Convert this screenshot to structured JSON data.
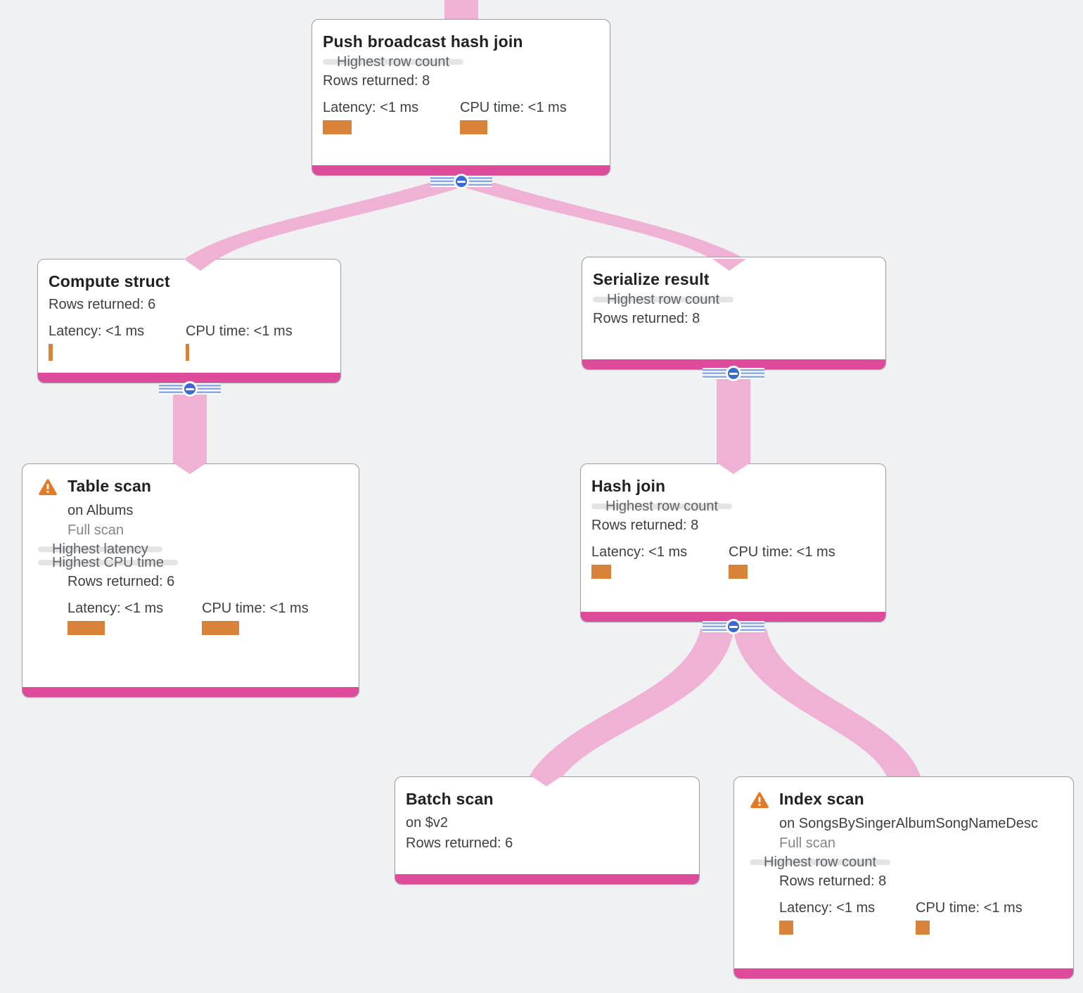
{
  "colors": {
    "bg": "#f0f1f3",
    "node_bg": "#ffffff",
    "node_border": "#9aa0a6",
    "bar_pink": "#dd4b9a",
    "edge_pink": "#efb1d4",
    "badge_bg": "#e3e4e6",
    "badge_text": "#5f6368",
    "text_primary": "#202124",
    "text_secondary": "#3c4043",
    "text_muted": "#80868b",
    "metric_orange": "#d8823a",
    "warning_orange": "#e07c26",
    "button_blue": "#3a6ad3",
    "stripe_blue": "#8aa7e8"
  },
  "icons": {
    "warning": "warning-triangle-icon",
    "collapse": "collapse-minus-icon"
  },
  "nodes": {
    "push_broadcast_hash_join": {
      "title": "Push broadcast hash join",
      "badges": [
        "Highest row count"
      ],
      "rows_returned": "Rows returned: 8",
      "latency_label": "Latency: <1 ms",
      "cpu_label": "CPU time: <1 ms",
      "latency_bar_w": 41,
      "cpu_bar_w": 39
    },
    "compute_struct": {
      "title": "Compute struct",
      "rows_returned": "Rows returned: 6",
      "latency_label": "Latency: <1 ms",
      "cpu_label": "CPU time: <1 ms",
      "latency_bar_w": 6,
      "cpu_bar_w": 5
    },
    "serialize_result": {
      "title": "Serialize result",
      "badges": [
        "Highest row count"
      ],
      "rows_returned": "Rows returned: 8"
    },
    "table_scan": {
      "title": "Table scan",
      "has_warning": true,
      "subtitle": "on Albums",
      "scan_type": "Full scan",
      "badges": [
        "Highest latency",
        "Highest CPU time"
      ],
      "rows_returned": "Rows returned: 6",
      "latency_label": "Latency: <1 ms",
      "cpu_label": "CPU time: <1 ms",
      "latency_bar_w": 53,
      "cpu_bar_w": 53
    },
    "hash_join": {
      "title": "Hash join",
      "badges": [
        "Highest row count"
      ],
      "rows_returned": "Rows returned: 8",
      "latency_label": "Latency: <1 ms",
      "cpu_label": "CPU time: <1 ms",
      "latency_bar_w": 28,
      "cpu_bar_w": 27
    },
    "batch_scan": {
      "title": "Batch scan",
      "subtitle": "on $v2",
      "rows_returned": "Rows returned: 6"
    },
    "index_scan": {
      "title": "Index scan",
      "has_warning": true,
      "subtitle": "on SongsBySingerAlbumSongNameDesc",
      "scan_type": "Full scan",
      "badges": [
        "Highest row count"
      ],
      "rows_returned": "Rows returned: 8",
      "latency_label": "Latency: <1 ms",
      "cpu_label": "CPU time: <1 ms",
      "latency_bar_w": 20,
      "cpu_bar_w": 20
    }
  },
  "edges": [
    {
      "from": "offscreen-parent",
      "to": "push_broadcast_hash_join"
    },
    {
      "from": "push_broadcast_hash_join",
      "to": "compute_struct"
    },
    {
      "from": "push_broadcast_hash_join",
      "to": "serialize_result"
    },
    {
      "from": "compute_struct",
      "to": "table_scan"
    },
    {
      "from": "serialize_result",
      "to": "hash_join"
    },
    {
      "from": "hash_join",
      "to": "batch_scan"
    },
    {
      "from": "hash_join",
      "to": "index_scan"
    }
  ]
}
